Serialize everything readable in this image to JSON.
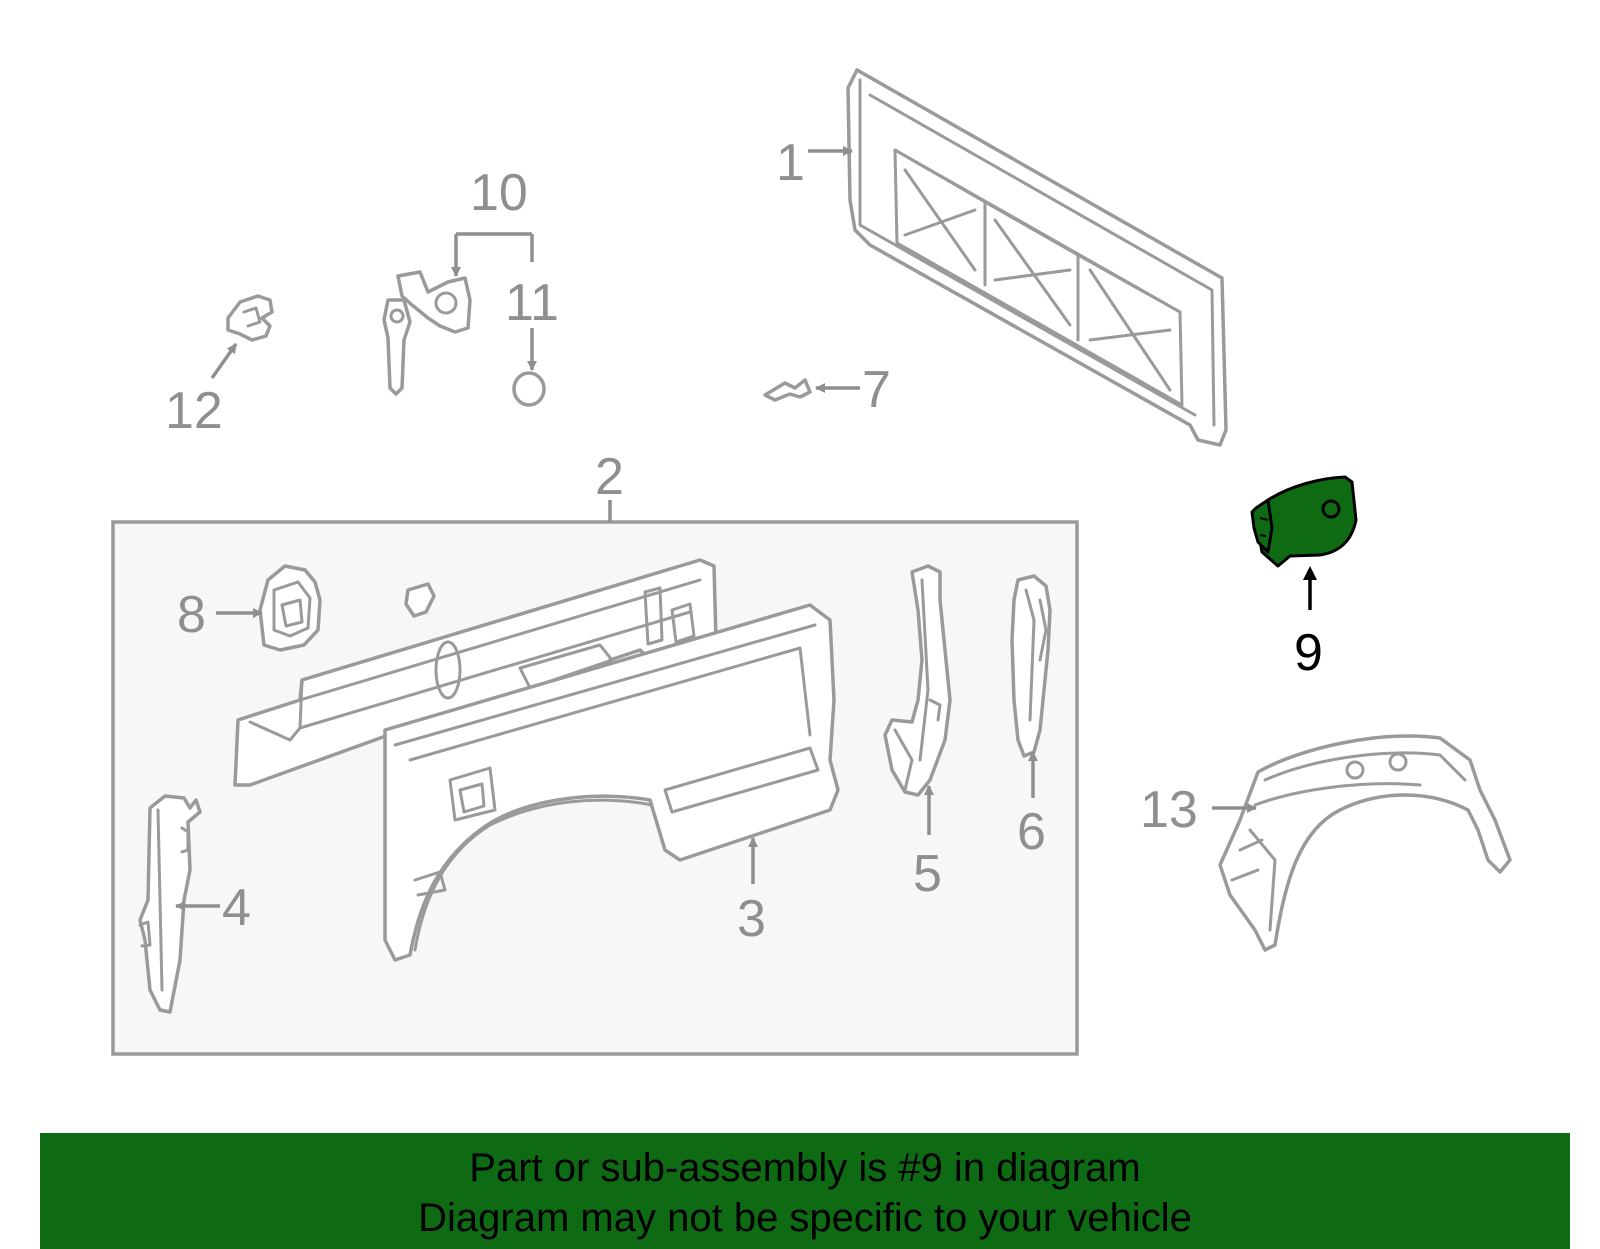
{
  "highlight_color": "#0e6b13",
  "callouts": {
    "c1": "1",
    "c2": "2",
    "c3": "3",
    "c4": "4",
    "c5": "5",
    "c6": "6",
    "c7": "7",
    "c8": "8",
    "c9": "9",
    "c10": "10",
    "c11": "11",
    "c12": "12",
    "c13": "13"
  },
  "banner": {
    "line1": "Part or sub-assembly is #9 in diagram",
    "line2": "Diagram may not be specific to your vehicle"
  }
}
